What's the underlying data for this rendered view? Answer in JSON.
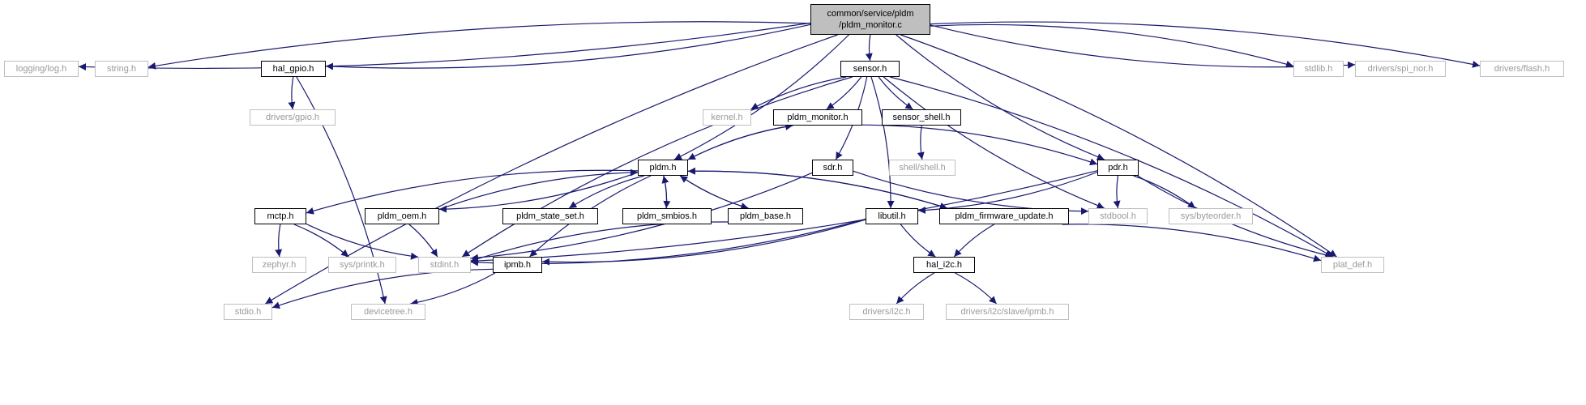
{
  "graph": {
    "colors": {
      "edge": "#191970",
      "root_fill": "#bfbfbf",
      "documented_border": "#000000",
      "external_border": "#bfbfbf",
      "external_text": "#9a9a9a"
    },
    "nodes": {
      "root": {
        "line1": "common/service/pldm",
        "line2": "/pldm_monitor.c"
      },
      "log": "logging/log.h",
      "string": "string.h",
      "hal_gpio": "hal_gpio.h",
      "sensor": "sensor.h",
      "stdlib": "stdlib.h",
      "spi_nor": "drivers/spi_nor.h",
      "flash": "drivers/flash.h",
      "drv_gpio": "drivers/gpio.h",
      "kernel": "kernel.h",
      "pldm_monitor": "pldm_monitor.h",
      "sensor_shell": "sensor_shell.h",
      "shell": "shell/shell.h",
      "pldm": "pldm.h",
      "sdr": "sdr.h",
      "pdr": "pdr.h",
      "mctp": "mctp.h",
      "pldm_oem": "pldm_oem.h",
      "pldm_state_set": "pldm_state_set.h",
      "pldm_smbios": "pldm_smbios.h",
      "pldm_base": "pldm_base.h",
      "libutil": "libutil.h",
      "pldm_fw": "pldm_firmware_update.h",
      "stdbool": "stdbool.h",
      "byteorder": "sys/byteorder.h",
      "zephyr": "zephyr.h",
      "printk": "sys/printk.h",
      "stdint": "stdint.h",
      "ipmb": "ipmb.h",
      "hal_i2c": "hal_i2c.h",
      "plat_def": "plat_def.h",
      "stdio": "stdio.h",
      "devicetree": "devicetree.h",
      "drv_i2c": "drivers/i2c.h",
      "slave_ipmb": "drivers/i2c/slave/ipmb.h"
    },
    "edges": [
      [
        "root",
        "log"
      ],
      [
        "root",
        "string"
      ],
      [
        "root",
        "hal_gpio"
      ],
      [
        "root",
        "sensor"
      ],
      [
        "root",
        "stdlib"
      ],
      [
        "root",
        "spi_nor"
      ],
      [
        "root",
        "flash"
      ],
      [
        "root",
        "stdio"
      ],
      [
        "root",
        "pldm"
      ],
      [
        "root",
        "pdr"
      ],
      [
        "root",
        "plat_def"
      ],
      [
        "hal_gpio",
        "drv_gpio"
      ],
      [
        "hal_gpio",
        "devicetree"
      ],
      [
        "sensor",
        "kernel"
      ],
      [
        "sensor",
        "pldm_monitor"
      ],
      [
        "sensor",
        "sensor_shell"
      ],
      [
        "sensor",
        "sdr"
      ],
      [
        "sensor",
        "stdint"
      ],
      [
        "sensor",
        "libutil"
      ],
      [
        "sensor",
        "stdbool"
      ],
      [
        "sensor",
        "plat_def"
      ],
      [
        "pldm_monitor",
        "pldm"
      ],
      [
        "pldm_monitor",
        "pdr"
      ],
      [
        "sensor_shell",
        "shell"
      ],
      [
        "pldm",
        "pldm_monitor"
      ],
      [
        "pldm",
        "mctp"
      ],
      [
        "pldm",
        "pldm_oem"
      ],
      [
        "pldm",
        "pldm_state_set"
      ],
      [
        "pldm",
        "pldm_smbios"
      ],
      [
        "pldm",
        "pldm_base"
      ],
      [
        "pldm",
        "pldm_fw"
      ],
      [
        "pldm",
        "ipmb"
      ],
      [
        "pldm_oem",
        "pldm"
      ],
      [
        "pldm_smbios",
        "pldm"
      ],
      [
        "pldm_base",
        "pldm"
      ],
      [
        "pldm_fw",
        "pldm"
      ],
      [
        "sdr",
        "stdint"
      ],
      [
        "sdr",
        "stdbool"
      ],
      [
        "pdr",
        "libutil"
      ],
      [
        "pdr",
        "stdbool"
      ],
      [
        "pdr",
        "byteorder"
      ],
      [
        "pdr",
        "plat_def"
      ],
      [
        "pdr",
        "stdint"
      ],
      [
        "mctp",
        "zephyr"
      ],
      [
        "mctp",
        "printk"
      ],
      [
        "mctp",
        "stdint"
      ],
      [
        "pldm_oem",
        "stdint"
      ],
      [
        "pldm_base",
        "stdint"
      ],
      [
        "libutil",
        "stdint"
      ],
      [
        "libutil",
        "hal_i2c"
      ],
      [
        "libutil",
        "ipmb"
      ],
      [
        "pldm_fw",
        "hal_i2c"
      ],
      [
        "pldm_fw",
        "plat_def"
      ],
      [
        "ipmb",
        "stdio"
      ],
      [
        "ipmb",
        "devicetree"
      ],
      [
        "hal_i2c",
        "drv_i2c"
      ],
      [
        "hal_i2c",
        "slave_ipmb"
      ]
    ]
  }
}
